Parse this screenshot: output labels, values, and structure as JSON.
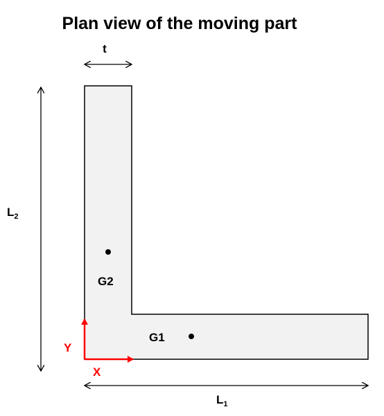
{
  "title": "Plan view of the moving part",
  "dimensions": {
    "thickness_label": "t",
    "length1_label": "L",
    "length1_subscript": "1",
    "length2_label": "L",
    "length2_subscript": "2"
  },
  "points": {
    "g1_label": "G1",
    "g2_label": "G2"
  },
  "axes": {
    "x_label": "X",
    "y_label": "Y"
  },
  "colors": {
    "part_fill": "#f2f2f2",
    "outline": "#000000",
    "axis": "#ff0000"
  }
}
